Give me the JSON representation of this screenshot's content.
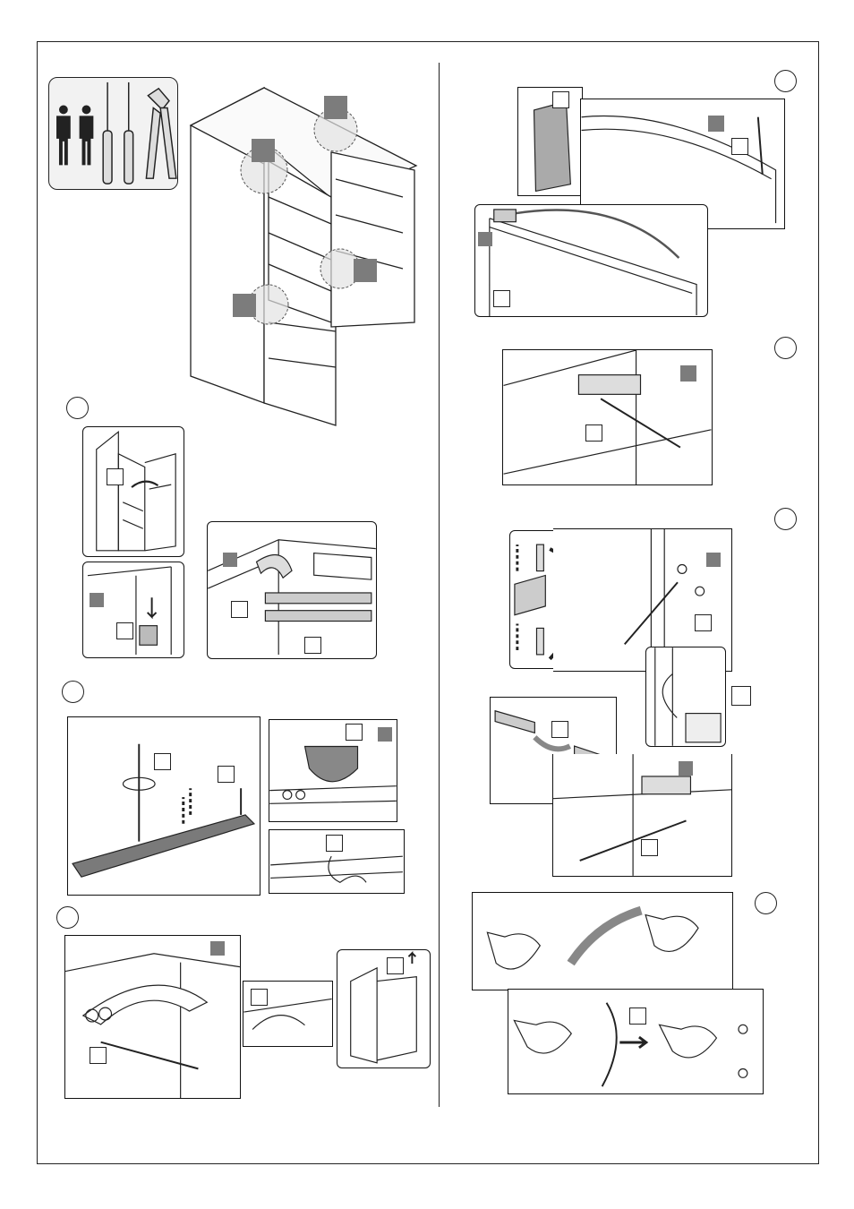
{
  "figure": {
    "description_labels": [],
    "tools": [
      "two-people",
      "flat-screwdriver",
      "phillips-screwdriver",
      "pliers"
    ],
    "step_markers": [
      "step-1",
      "step-2",
      "step-3",
      "step-4",
      "step-5",
      "step-6",
      "step-7"
    ],
    "colors": {
      "marker_fill": "#7c7c7c",
      "panel_stroke": "#111111",
      "highlight": "#dcdcdc"
    }
  }
}
